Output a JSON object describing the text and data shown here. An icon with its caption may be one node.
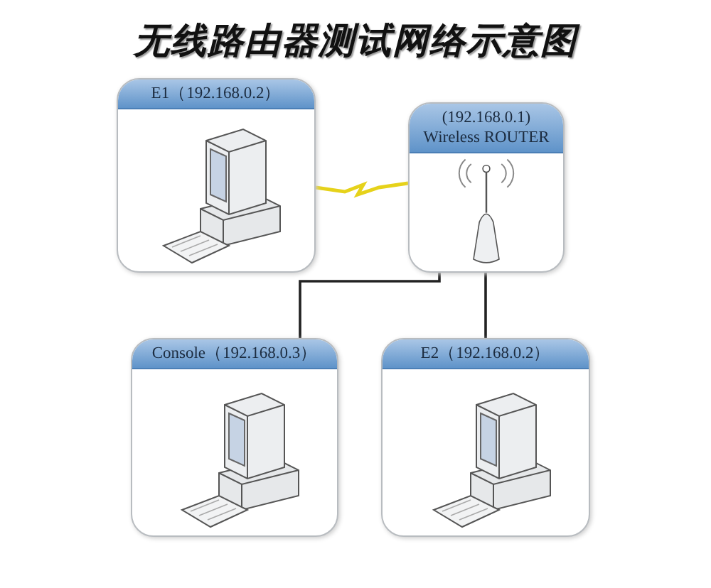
{
  "diagram": {
    "title": "无线路由器测试网络示意图",
    "nodes": [
      {
        "text": [
          "E1（192.168.0.2）"
        ]
      },
      {
        "text": [
          "(192.168.0.1) Wireless ROUTER"
        ]
      },
      {
        "text": [
          "Console（192.168.0.3）"
        ]
      },
      {
        "text": [
          "E2（192.168.0.2）"
        ]
      }
    ],
    "edges": [
      {
        "from": 0,
        "to": 1,
        "arrow": "none",
        "color": "#e6d21a"
      },
      {
        "from": 1,
        "to": 2,
        "arrow": "none"
      },
      {
        "from": 1,
        "to": 3,
        "arrow": "none"
      }
    ]
  }
}
